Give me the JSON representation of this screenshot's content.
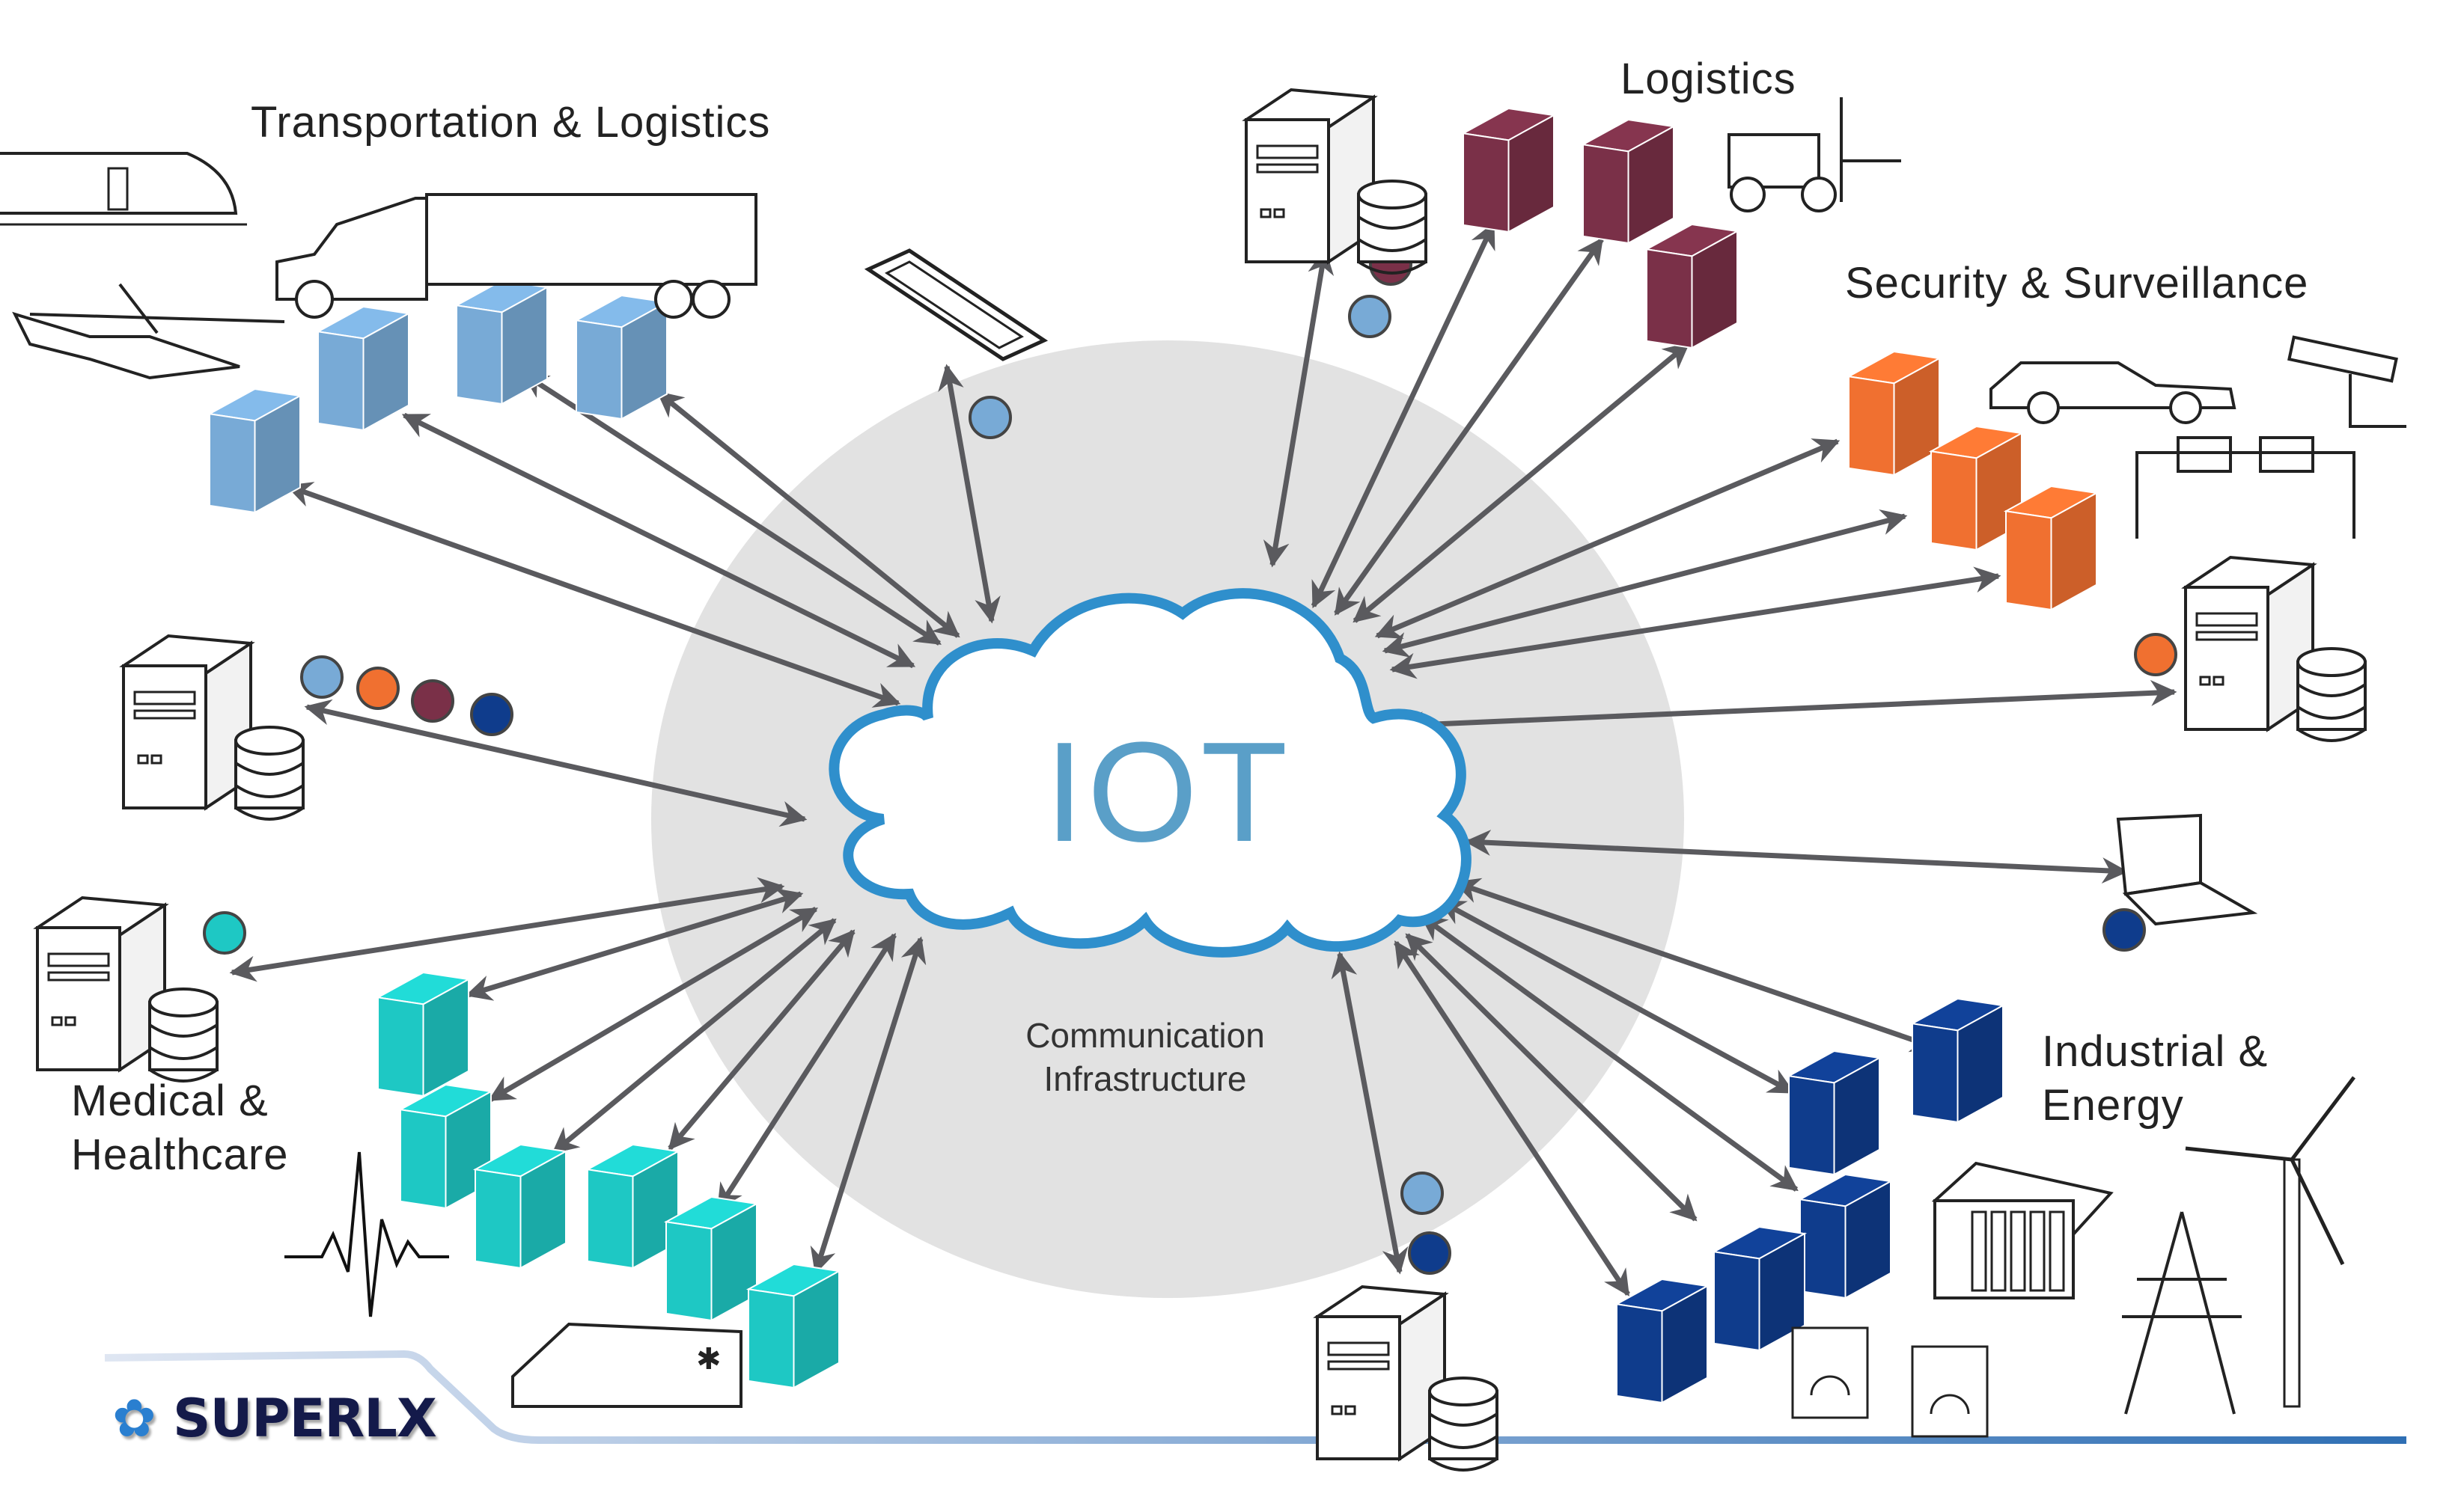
{
  "center": {
    "title": "IOT",
    "subtitle_lines": [
      "Communication",
      "Infrastructure"
    ]
  },
  "sectors": [
    {
      "id": "transport",
      "label": "Transportation & Logistics",
      "color": "#78aad6",
      "icons": [
        "train-icon",
        "truck-icon",
        "helicopter-icon"
      ]
    },
    {
      "id": "logistics",
      "label": "Logistics",
      "color": "#7a3048",
      "icons": [
        "forklift-icon"
      ]
    },
    {
      "id": "security",
      "label": "Security & Surveillance",
      "color": "#f07030",
      "icons": [
        "police-car-icon",
        "cctv-camera-icon",
        "sensor-gate-icon"
      ]
    },
    {
      "id": "industrial",
      "label_lines": [
        "Industrial &",
        "Energy"
      ],
      "color": "#0f3c8c",
      "icons": [
        "control-cabinet-icon",
        "power-pylon-icon",
        "wind-turbine-icon",
        "gauge-panel-icon"
      ]
    },
    {
      "id": "medical",
      "label_lines": [
        "Medical &",
        "Healthcare"
      ],
      "color": "#1ec8c4",
      "icons": [
        "heartbeat-icon",
        "ambulance-icon"
      ]
    }
  ],
  "status_dots": {
    "left_server": [
      "#78aad6",
      "#f07030",
      "#7a3048",
      "#0f3c8c"
    ],
    "medical_server": [
      "#1ec8c4"
    ],
    "logistics_server": [
      "#7a3048",
      "#78aad6"
    ],
    "security_server": [
      "#f07030"
    ],
    "laptop": [
      "#0f3c8c"
    ],
    "bottom_server": [
      "#78aad6",
      "#0f3c8c"
    ],
    "phone": [
      "#78aad6"
    ]
  },
  "colors": {
    "cloud_stroke": "#2f8fcc",
    "iot_text": "#5a9fc8",
    "ellipse": "#e2e2e2",
    "arrow": "#5a5a5e",
    "footer_line": "#2f6fb4"
  },
  "brand": {
    "name": "SUPERLX"
  }
}
